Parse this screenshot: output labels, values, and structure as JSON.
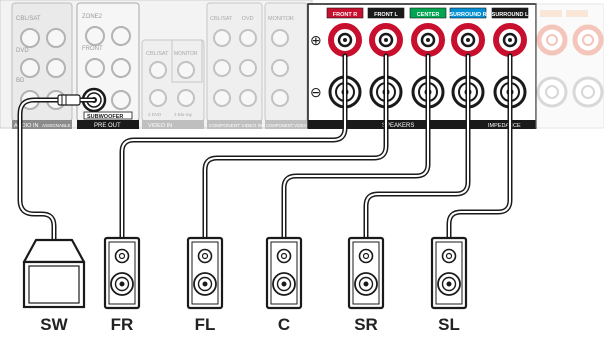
{
  "panel": {
    "left_input_labels": [
      "CBL/SAT",
      "DVD",
      "BD"
    ],
    "zone2_labels": [
      "ZONE2",
      "FRONT"
    ],
    "subwoofer_label": "SUBWOOFER",
    "pre_out_label": "PRE OUT",
    "audio_in_label": "AUDIO IN",
    "assignable_label": "ASSIGNABLE",
    "video_cbl_label": "CBL/SAT",
    "video_monitor_label": "MONITOR",
    "video_in_label": "VIDEO IN",
    "video_sub_labels": [
      "2 DVD",
      "3 Blu-ray"
    ],
    "component_labels": [
      "CBL/SAT",
      "DVD"
    ],
    "component_in_label": "COMPONENT VIDEO IN",
    "monitor_label": "MONITOR",
    "component_out_label": "COMPONENT VIDEO OUT",
    "plus_symbol": "⊕",
    "minus_symbol": "⊖",
    "speakers_label": "SPEAKERS",
    "impedance_label": "IMPEDANCE"
  },
  "speaker_terminals": [
    {
      "label": "FRONT R",
      "color": "#c8102e"
    },
    {
      "label": "FRONT L",
      "color": "#1a1a1a"
    },
    {
      "label": "CENTER",
      "color": "#00a651"
    },
    {
      "label": "SURROUND R",
      "color": "#0091d5"
    },
    {
      "label": "SURROUND L",
      "color": "#1a1a1a"
    }
  ],
  "speakers": [
    {
      "id": "SW",
      "label": "SW"
    },
    {
      "id": "FR",
      "label": "FR"
    },
    {
      "id": "FL",
      "label": "FL"
    },
    {
      "id": "C",
      "label": "C"
    },
    {
      "id": "SR",
      "label": "SR"
    },
    {
      "id": "SL",
      "label": "SL"
    }
  ],
  "colors": {
    "terminal_ring": "#c8102e",
    "cable": "#1a1a1a",
    "panel_bg": "#eeeeee",
    "outline": "#777777"
  }
}
